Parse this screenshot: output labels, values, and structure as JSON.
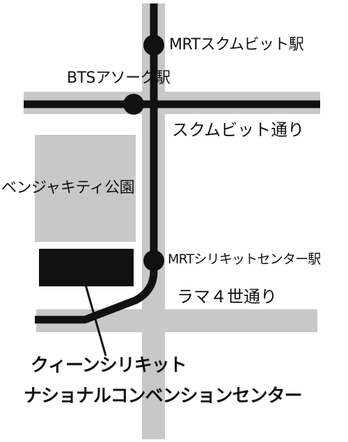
{
  "map": {
    "colors": {
      "background": "#ffffff",
      "road": "#c8c8c8",
      "park": "#c8c8c8",
      "rail": "#111111",
      "venue": "#111111",
      "text": "#111111"
    },
    "stations": {
      "mrt_sukhumvit": "MRTスクムビット駅",
      "bts_asok": "BTSアソーク駅",
      "mrt_qsncc": "MRTシリキットセンター駅"
    },
    "roads": {
      "sukhumvit": "スクムビット通り",
      "rama4": "ラマ４世通り"
    },
    "park": {
      "label": "ベンジャキティ公園"
    },
    "venue": {
      "line1": "クィーンシリキット",
      "line2": "ナショナルコンベンションセンター"
    }
  }
}
